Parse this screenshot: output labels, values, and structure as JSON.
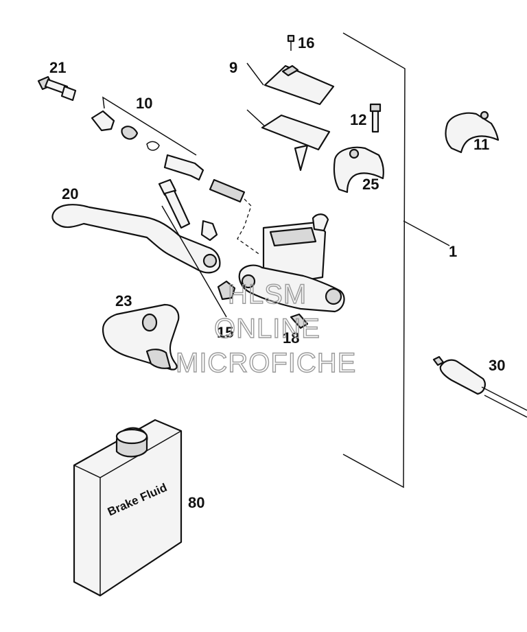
{
  "callouts": {
    "c1": "1",
    "c9": "9",
    "c10": "10",
    "c11": "11",
    "c12": "12",
    "c15": "15",
    "c16": "16",
    "c18": "18",
    "c20": "20",
    "c21": "21",
    "c23": "23",
    "c25": "25",
    "c30": "30",
    "c80": "80"
  },
  "bottle_label": "Brake Fluid",
  "watermark": {
    "line1": "HLSM",
    "line2": "ONLINE",
    "line3": "MICROFICHE"
  }
}
